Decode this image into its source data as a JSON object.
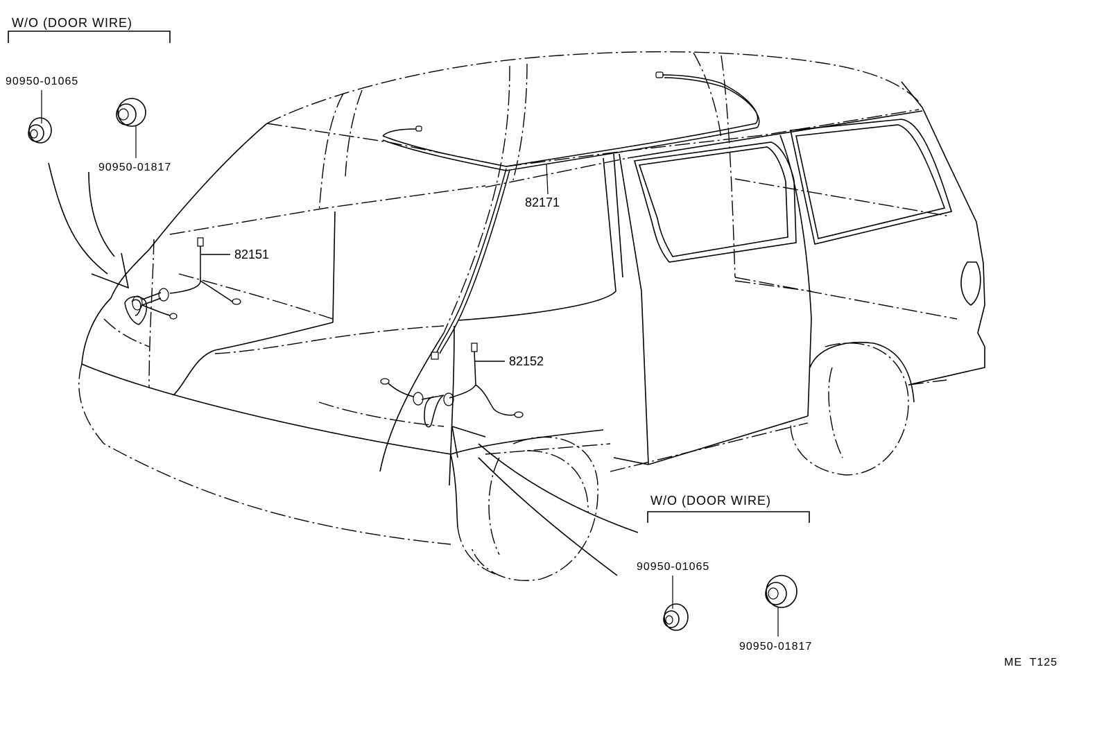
{
  "groups": {
    "top_left": {
      "title": "W/O (DOOR WIRE)",
      "part_a": "90950-01065",
      "part_b": "90950-01817"
    },
    "bottom_right": {
      "title": "W/O (DOOR WIRE)",
      "part_a": "90950-01065",
      "part_b": "90950-01817"
    }
  },
  "callouts": {
    "roof_wire": "82171",
    "back_door_wire": "82151",
    "side_door_wire": "82152"
  },
  "figure_code": "ME  T125"
}
